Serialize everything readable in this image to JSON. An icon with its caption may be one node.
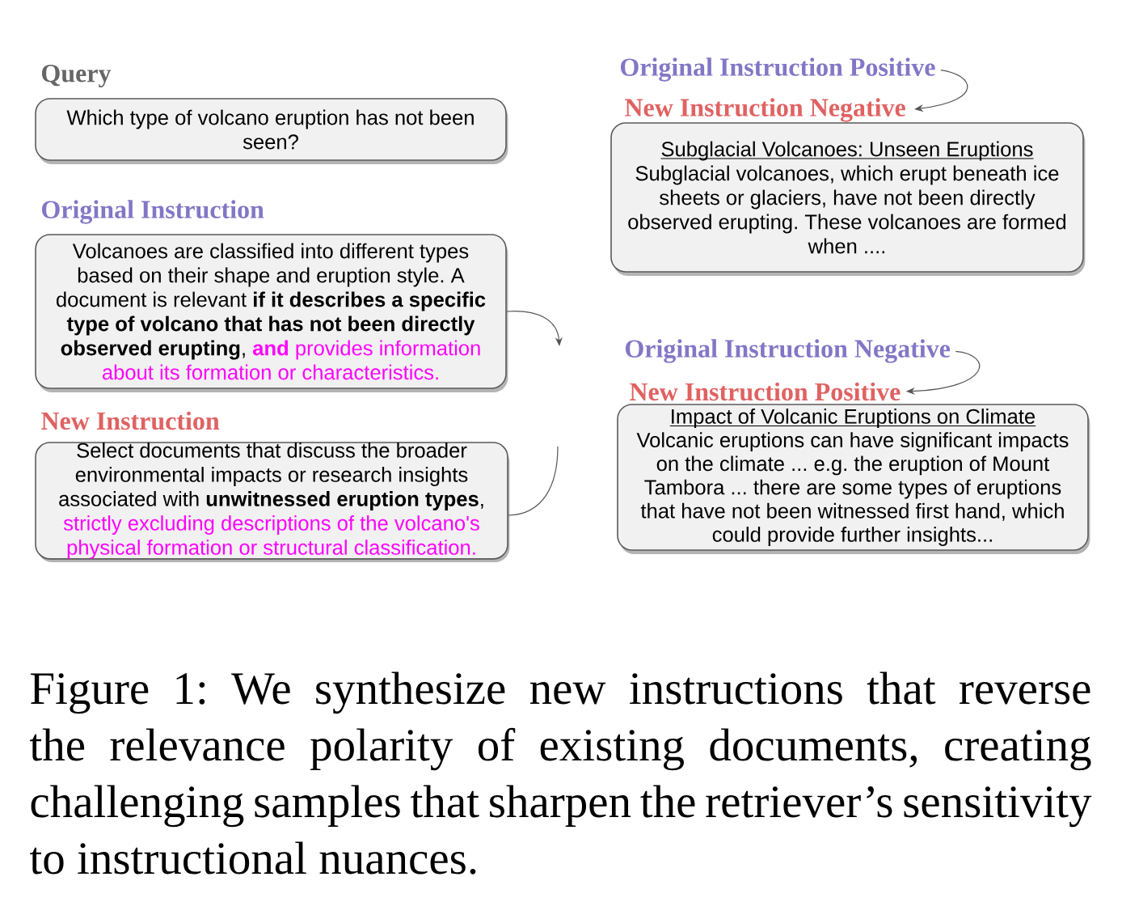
{
  "diagram": {
    "caption": "Figure 1: We synthesize new instructions that reverse the relevance polarity of existing documents, creating challenging samples that sharpen the retriever’s sensitivity to instructional nuances.",
    "nodes": [
      {
        "text": [
          "Query",
          "Which type of volcano eruption has not been seen?"
        ]
      },
      {
        "text": [
          "Original Instruction",
          "Volcanoes are classified into different types based on their shape and eruption style. A document is relevant **if it describes a specific type of volcano that has not been directly observed erupting**,",
          "**and** provides information about its formation or characteristics."
        ]
      },
      {
        "text": [
          "New Instruction",
          "Select documents that discuss the broader environmental impacts or research insights associated with **unwitnessed eruption types**,",
          "strictly excluding descriptions of the volcano's physical formation or structural classification."
        ]
      },
      {
        "text": [
          "Original Instruction Positive"
        ]
      },
      {
        "text": [
          "New Instruction Negative"
        ]
      },
      {
        "text": [
          "Subglacial Volcanoes: Unseen Eruptions",
          "Subglacial volcanoes, which erupt beneath ice sheets or glaciers, have not been directly observed erupting. These volcanoes are formed when ...."
        ]
      },
      {
        "text": [
          "Original Instruction Negative"
        ]
      },
      {
        "text": [
          "New Instruction Positive"
        ]
      },
      {
        "text": [
          "Impact of Volcanic Eruptions on Climate",
          "Volcanic eruptions can have significant impacts on the climate ... e.g. the eruption of Mount Tambora ... there are some types of eruptions that have not been witnessed first hand, which could provide further insights..."
        ]
      }
    ],
    "edges": [
      {
        "from": 1,
        "to": null,
        "arrow": "to"
      },
      {
        "from": 2,
        "to": null,
        "arrow": "none"
      },
      {
        "from": 3,
        "to": 4,
        "arrow": "to"
      },
      {
        "from": 6,
        "to": 7,
        "arrow": "to"
      }
    ]
  }
}
